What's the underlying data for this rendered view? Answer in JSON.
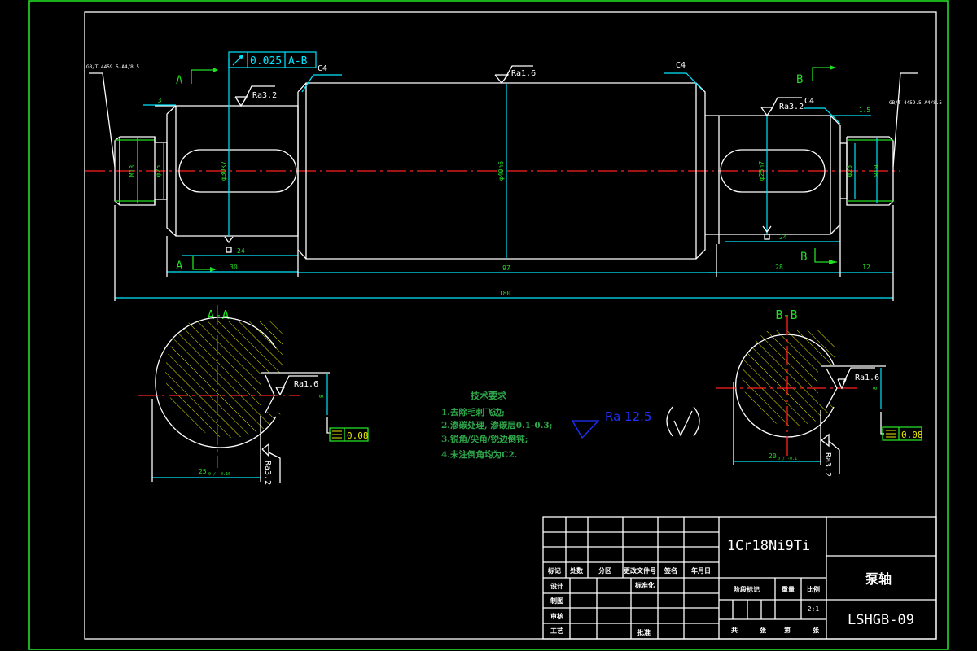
{
  "drawing": {
    "part_name": "泵轴",
    "drawing_number": "LSHGB-09",
    "material": "1Cr18Ni9Ti",
    "scale": "2:1",
    "colors": {
      "background": "#000000",
      "outline": "#ffffff",
      "dimension": "#00e5ff",
      "dimension_text": "#22dd22",
      "centerline": "#ff2020",
      "hatch": "#e8e800",
      "roughness_general": "#2030ff",
      "notes": "#2ea84a",
      "frame_outer": "#22dd22"
    }
  },
  "main_view": {
    "thread_note_left": "GB/T 4459.5-A4/8.5",
    "thread_note_right": "GB/T 4459.5-A4/8.5",
    "runout_frame": {
      "symbol": "circular-runout-icon",
      "tolerance": "0.025",
      "datum": "A-B"
    },
    "section_mark_a": "A",
    "section_mark_b": "B",
    "chamfers": [
      "C4",
      "C4",
      "C4"
    ],
    "roughness": {
      "left_journal": "Ra3.2",
      "middle_body": "Ra1.6",
      "right_journal": "Ra3.2"
    },
    "diameters": {
      "left_thread": "M18",
      "left_undercut": "φ25",
      "left_journal": "φ30k7",
      "middle_body": "φ40h6",
      "right_journal": "φ25h7",
      "right_undercut": "φ25",
      "right_thread": "M18"
    },
    "lengths": {
      "left_step": "3",
      "left_keyway": "24",
      "left_journal": "30",
      "middle_body": "97",
      "right_keyway": "24",
      "right_journal": "28",
      "right_thread": "12",
      "right_step": "1.5",
      "total": "180"
    }
  },
  "section_a": {
    "title": "A-A",
    "keyway_roughness_bottom": "Ra1.6",
    "keyway_roughness_side": "Ra3.2",
    "keyway_width": "8",
    "depth_dim": "25",
    "depth_tol": "0 / -0.16",
    "symmetry_symbol": "symmetry-icon",
    "symmetry_tol": "0.08"
  },
  "section_b": {
    "title": "B-B",
    "keyway_roughness_bottom": "Ra1.6",
    "keyway_roughness_side": "Ra3.2",
    "keyway_width": "8",
    "depth_dim": "20",
    "depth_tol": "0 / -0.1",
    "symmetry_symbol": "symmetry-icon",
    "symmetry_tol": "0.08"
  },
  "tech_requirements": {
    "title": "技术要求",
    "items": [
      "1.去除毛刺飞边;",
      "2.渗碳处理, 渗碳层0.1-0.3;",
      "3.锐角/尖角/锐边倒钝;",
      "4.未注倒角均为C2."
    ]
  },
  "general_roughness": {
    "value": "Ra 12.5",
    "suffix": "(✓)"
  },
  "title_block": {
    "revision_headers": [
      "标记",
      "处数",
      "分区",
      "更改文件号",
      "签名",
      "年月日"
    ],
    "row_labels": [
      "设计",
      "制图",
      "审核",
      "工艺"
    ],
    "standardization": "标准化",
    "approve": "批准",
    "stage_mark": "阶段标记",
    "weight": "重量",
    "scale_label": "比例",
    "sheets": [
      "共",
      "张",
      "第",
      "张"
    ]
  }
}
